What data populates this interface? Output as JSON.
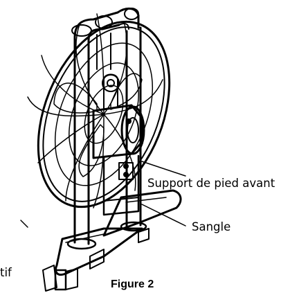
{
  "figure": {
    "callouts": {
      "front_foot_support": "Support de pied avant",
      "strap": "Sangle",
      "partial_left": "tif"
    },
    "caption": "Figure 2",
    "icons": [
      "fan-illustration"
    ]
  }
}
